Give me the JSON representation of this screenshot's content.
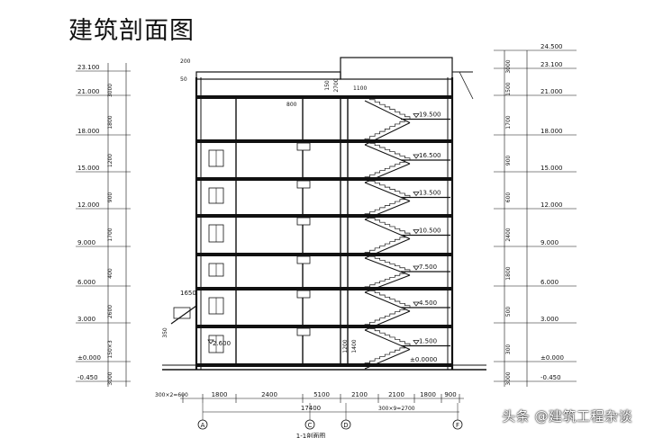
{
  "title": "建筑剖面图",
  "watermark": "头条 @建筑工程杂谈",
  "section_label": "1-1剖面图",
  "left_elevations": [
    "23.100",
    "21.000",
    "18.000",
    "15.000",
    "12.000",
    "9.000",
    "6.000",
    "3.000",
    "±0.000",
    "-0.450"
  ],
  "right_elevations": [
    "24.500",
    "23.100",
    "21.000",
    "18.000",
    "15.000",
    "12.000",
    "9.000",
    "6.000",
    "3.000",
    "±0.000",
    "-0.450"
  ],
  "landing_levels": [
    "19.500",
    "16.500",
    "13.500",
    "10.500",
    "7.500",
    "4.500",
    "1.500",
    "±0.0000"
  ],
  "canopy_level": "2.600",
  "bottom_dims": [
    "1800",
    "2400",
    "5100",
    "2100",
    "2100",
    "1800",
    "900"
  ],
  "total_dim": "17400",
  "stair_dim": "300×9=2700",
  "step_dim": "300×2=600",
  "axes": [
    "A",
    "C",
    "D",
    "F"
  ],
  "left_small_dims": [
    "3000",
    "1800",
    "1200",
    "900",
    "1700",
    "400",
    "2600",
    "150×3"
  ],
  "right_small_dims": [
    "3000",
    "1500",
    "1700",
    "900",
    "600",
    "2400",
    "1800",
    "500",
    "300"
  ],
  "misc_dims": [
    "200",
    "50",
    "800",
    "1100",
    "150",
    "2700",
    "1650",
    "350",
    "1400",
    "1200"
  ]
}
